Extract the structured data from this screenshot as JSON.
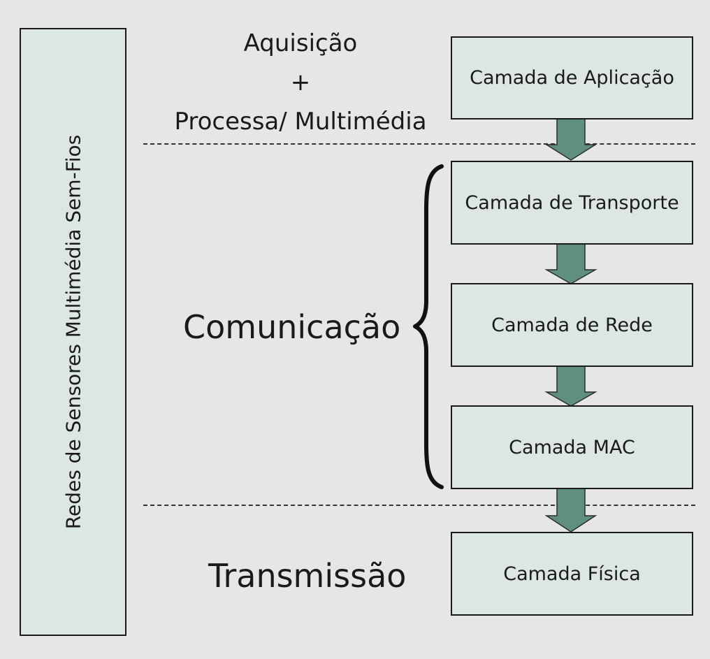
{
  "sidebar": {
    "label": "Redes de Sensores Multimédia Sem-Fios"
  },
  "groups": {
    "acquisition": {
      "line1": "Aquisição",
      "line2": "+",
      "line3": "Processa/ Multimédia"
    },
    "communication": "Comunicação",
    "transmission": "Transmissão"
  },
  "layers": {
    "application": "Camada de Aplicação",
    "transport": "Camada de Transporte",
    "network": "Camada de Rede",
    "mac": "Camada MAC",
    "physical": "Camada Física"
  },
  "colors": {
    "background": "#e6e6e6",
    "box_fill": "#dde7e2",
    "arrow_fill": "#5f8f7f"
  }
}
